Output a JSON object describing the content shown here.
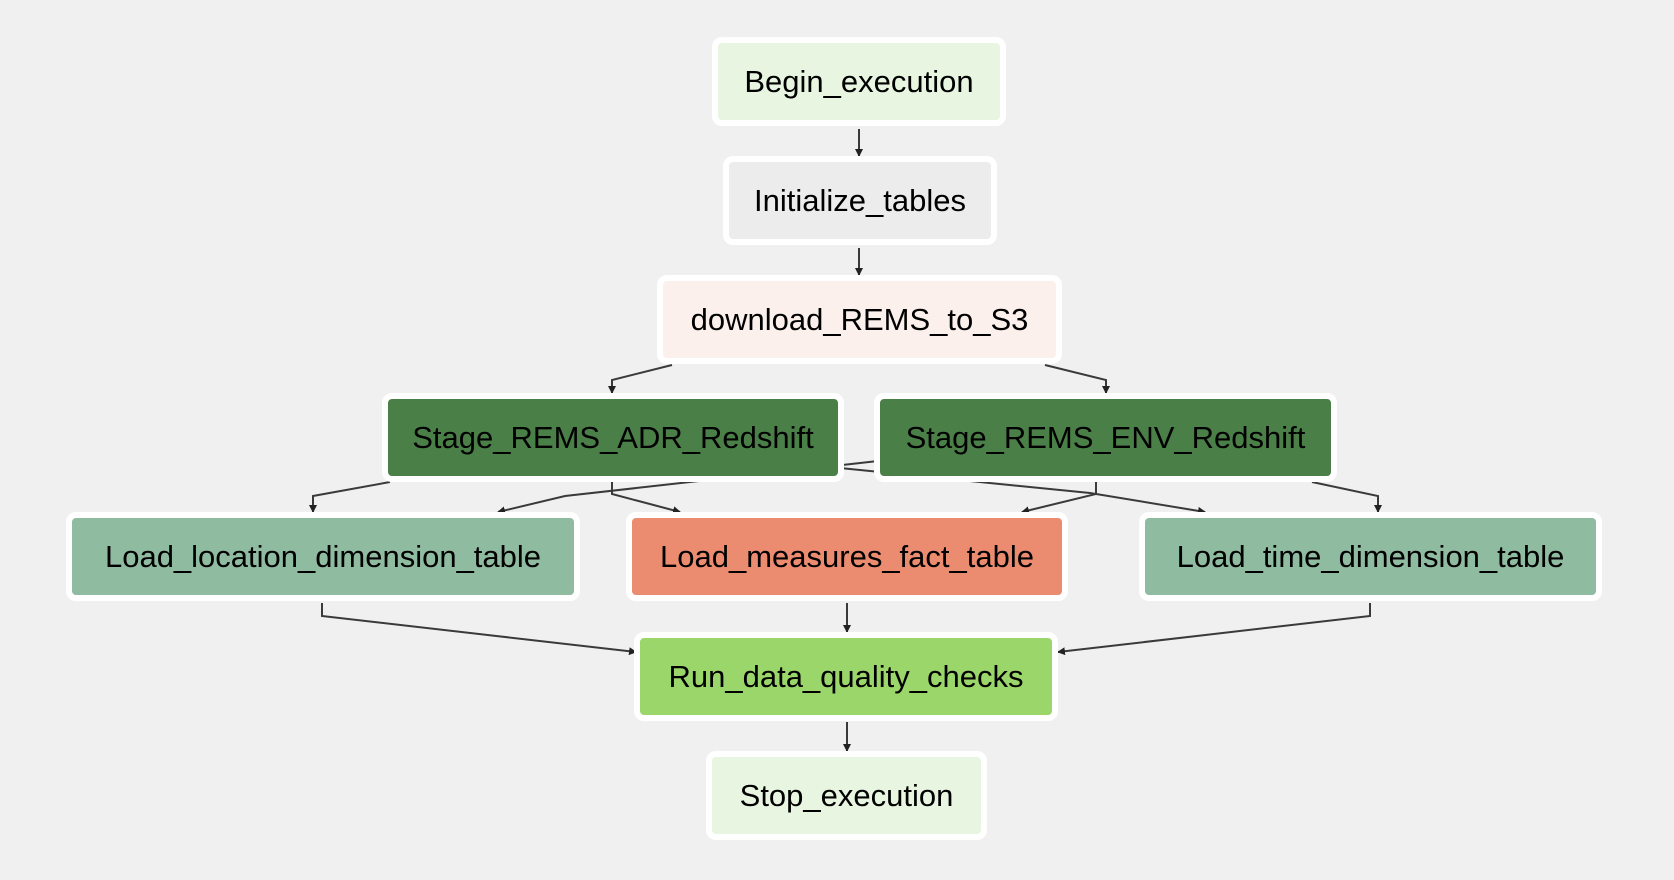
{
  "dag": {
    "nodes": [
      {
        "id": "begin_execution",
        "label": "Begin_execution",
        "color": "#e8f5e0"
      },
      {
        "id": "initialize_tables",
        "label": "Initialize_tables",
        "color": "#ececec"
      },
      {
        "id": "download_rems_to_s3",
        "label": "download_REMS_to_S3",
        "color": "#fbf0ec"
      },
      {
        "id": "stage_rems_adr_redshift",
        "label": "Stage_REMS_ADR_Redshift",
        "color": "#4b7f48"
      },
      {
        "id": "stage_rems_env_redshift",
        "label": "Stage_REMS_ENV_Redshift",
        "color": "#4b7f48"
      },
      {
        "id": "load_location_dimension_table",
        "label": "Load_location_dimension_table",
        "color": "#8fbba0"
      },
      {
        "id": "load_measures_fact_table",
        "label": "Load_measures_fact_table",
        "color": "#eb8b70"
      },
      {
        "id": "load_time_dimension_table",
        "label": "Load_time_dimension_table",
        "color": "#8fbba0"
      },
      {
        "id": "run_data_quality_checks",
        "label": "Run_data_quality_checks",
        "color": "#9bd66a"
      },
      {
        "id": "stop_execution",
        "label": "Stop_execution",
        "color": "#e8f5e0"
      }
    ],
    "edges": [
      {
        "from": "begin_execution",
        "to": "initialize_tables"
      },
      {
        "from": "initialize_tables",
        "to": "download_rems_to_s3"
      },
      {
        "from": "download_rems_to_s3",
        "to": "stage_rems_adr_redshift"
      },
      {
        "from": "download_rems_to_s3",
        "to": "stage_rems_env_redshift"
      },
      {
        "from": "stage_rems_adr_redshift",
        "to": "load_location_dimension_table"
      },
      {
        "from": "stage_rems_adr_redshift",
        "to": "load_measures_fact_table"
      },
      {
        "from": "stage_rems_adr_redshift",
        "to": "load_time_dimension_table"
      },
      {
        "from": "stage_rems_env_redshift",
        "to": "load_location_dimension_table"
      },
      {
        "from": "stage_rems_env_redshift",
        "to": "load_measures_fact_table"
      },
      {
        "from": "stage_rems_env_redshift",
        "to": "load_time_dimension_table"
      },
      {
        "from": "load_location_dimension_table",
        "to": "run_data_quality_checks"
      },
      {
        "from": "load_measures_fact_table",
        "to": "run_data_quality_checks"
      },
      {
        "from": "load_time_dimension_table",
        "to": "run_data_quality_checks"
      },
      {
        "from": "run_data_quality_checks",
        "to": "stop_execution"
      }
    ]
  }
}
